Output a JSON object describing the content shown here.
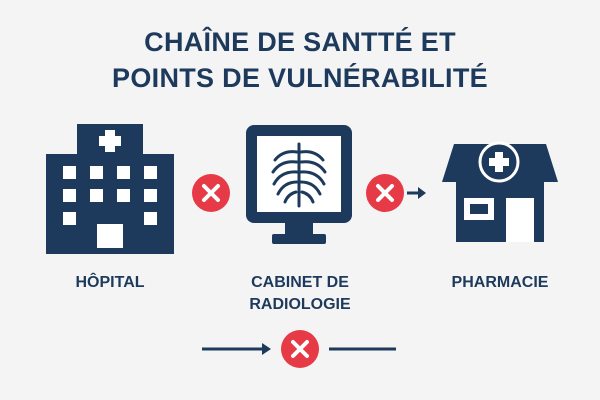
{
  "title": {
    "line1": "CHAÎNE DE SANTTÉ ET",
    "line2": "POINTS DE VULNÉRABILITÉ"
  },
  "nodes": [
    {
      "id": "hopital",
      "label_lines": [
        "HÔPITAL"
      ],
      "icon": "hospital-icon"
    },
    {
      "id": "radiologie",
      "label_lines": [
        "CABINET DE",
        "RADIOLOGIE"
      ],
      "icon": "xray-monitor-icon"
    },
    {
      "id": "pharmacie",
      "label_lines": [
        "PHARMACIE"
      ],
      "icon": "pharmacy-store-icon"
    }
  ],
  "vulnerability_markers": [
    {
      "between": [
        "hopital",
        "radiologie"
      ],
      "icon": "x-mark-icon"
    },
    {
      "between": [
        "radiologie",
        "pharmacie"
      ],
      "icon": "x-mark-icon"
    },
    {
      "position": "bottom",
      "icon": "x-mark-icon"
    }
  ],
  "colors": {
    "primary": "#1d3a5c",
    "danger": "#e63a46",
    "background": "#f4f4f4"
  }
}
